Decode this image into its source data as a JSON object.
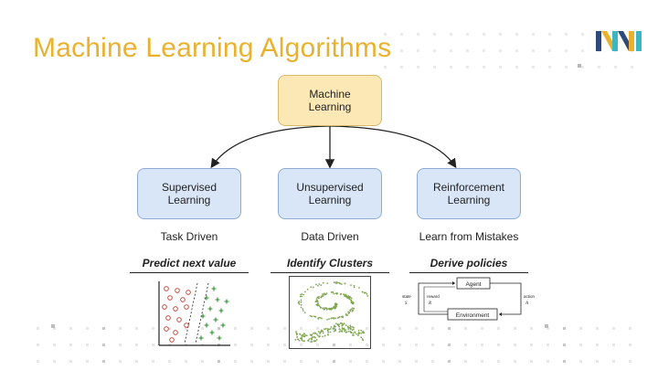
{
  "slide": {
    "title": "Machine Learning Algorithms"
  },
  "diagram": {
    "root": {
      "line1": "Machine",
      "line2": "Learning"
    },
    "children": [
      {
        "line1": "Supervised",
        "line2": "Learning",
        "driven": "Task Driven",
        "goal": "Predict next value"
      },
      {
        "line1": "Unsupervised",
        "line2": "Learning",
        "driven": "Data Driven",
        "goal": "Identify Clusters"
      },
      {
        "line1": "Reinforcement",
        "line2": "Learning",
        "driven": "Learn from Mistakes",
        "goal": "Derive policies"
      }
    ]
  },
  "rl_diagram": {
    "agent": "Agent",
    "environment": "Environment",
    "state_label": "state",
    "state_sym": "S",
    "reward_label": "reward",
    "reward_sym": "R",
    "action_label": "action",
    "action_sym": "A"
  },
  "colors": {
    "title": "#E8B230",
    "root_fill": "#FBE8B4",
    "child_fill": "#D8E6F8",
    "class_a": "#C0392B",
    "class_b": "#2E8B2E",
    "cluster": "#7FA650"
  }
}
